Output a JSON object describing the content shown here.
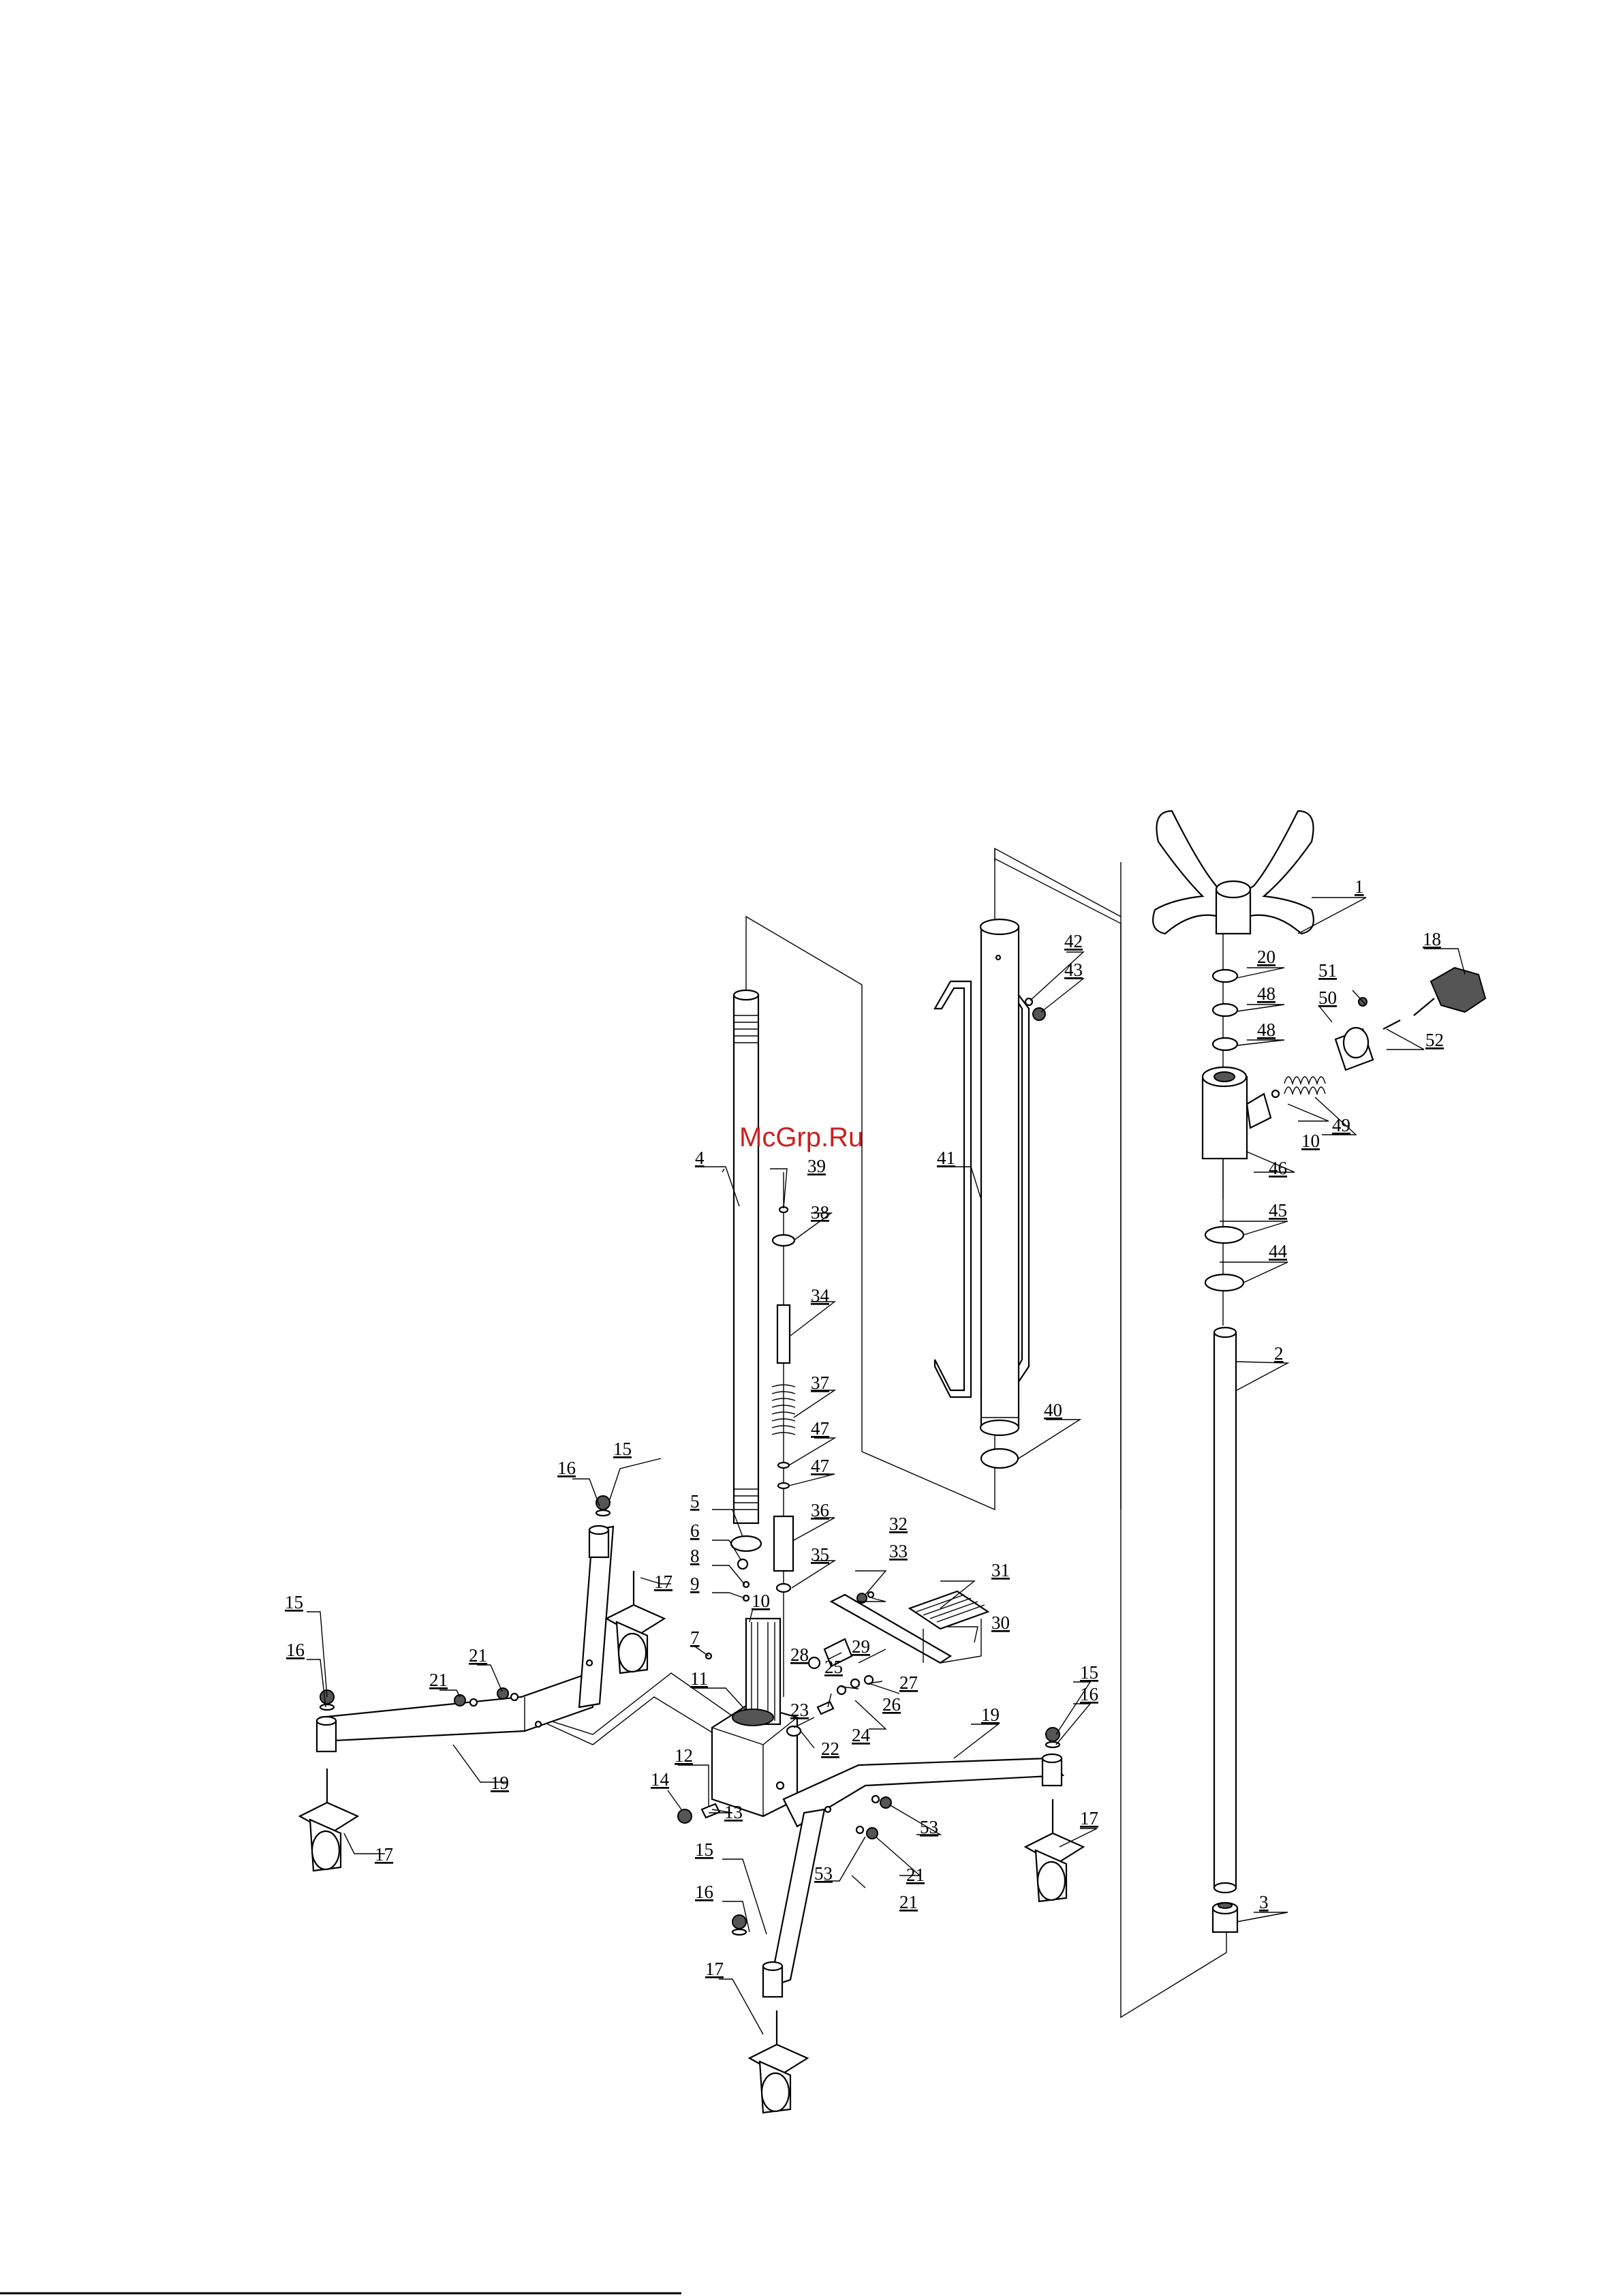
{
  "watermark": "McGrp.Ru",
  "part_labels": {
    "p1": "1",
    "p2": "2",
    "p3": "3",
    "p4": "4",
    "p5": "5",
    "p6": "6",
    "p7": "7",
    "p8": "8",
    "p9": "9",
    "p10a": "10",
    "p10b": "10",
    "p11": "11",
    "p12": "12",
    "p13": "13",
    "p14": "14",
    "p15a": "15",
    "p15b": "15",
    "p15c": "15",
    "p15d": "15",
    "p16a": "16",
    "p16b": "16",
    "p16c": "16",
    "p16d": "16",
    "p17a": "17",
    "p17b": "17",
    "p17c": "17",
    "p17d": "17",
    "p18": "18",
    "p19a": "19",
    "p19b": "19",
    "p20": "20",
    "p21a": "21",
    "p21b": "21",
    "p21c": "21",
    "p21d": "21",
    "p22": "22",
    "p23": "23",
    "p24": "24",
    "p25": "25",
    "p26": "26",
    "p27": "27",
    "p28": "28",
    "p29": "29",
    "p30": "30",
    "p31": "31",
    "p32": "32",
    "p33": "33",
    "p34": "34",
    "p35": "35",
    "p36": "36",
    "p37": "37",
    "p38": "38",
    "p39": "39",
    "p40": "40",
    "p41": "41",
    "p42": "42",
    "p43": "43",
    "p44": "44",
    "p45": "45",
    "p46": "46",
    "p47a": "47",
    "p47b": "47",
    "p48a": "48",
    "p48b": "48",
    "p49": "49",
    "p50": "50",
    "p51": "51",
    "p52": "52",
    "p53a": "53",
    "p53b": "53"
  }
}
